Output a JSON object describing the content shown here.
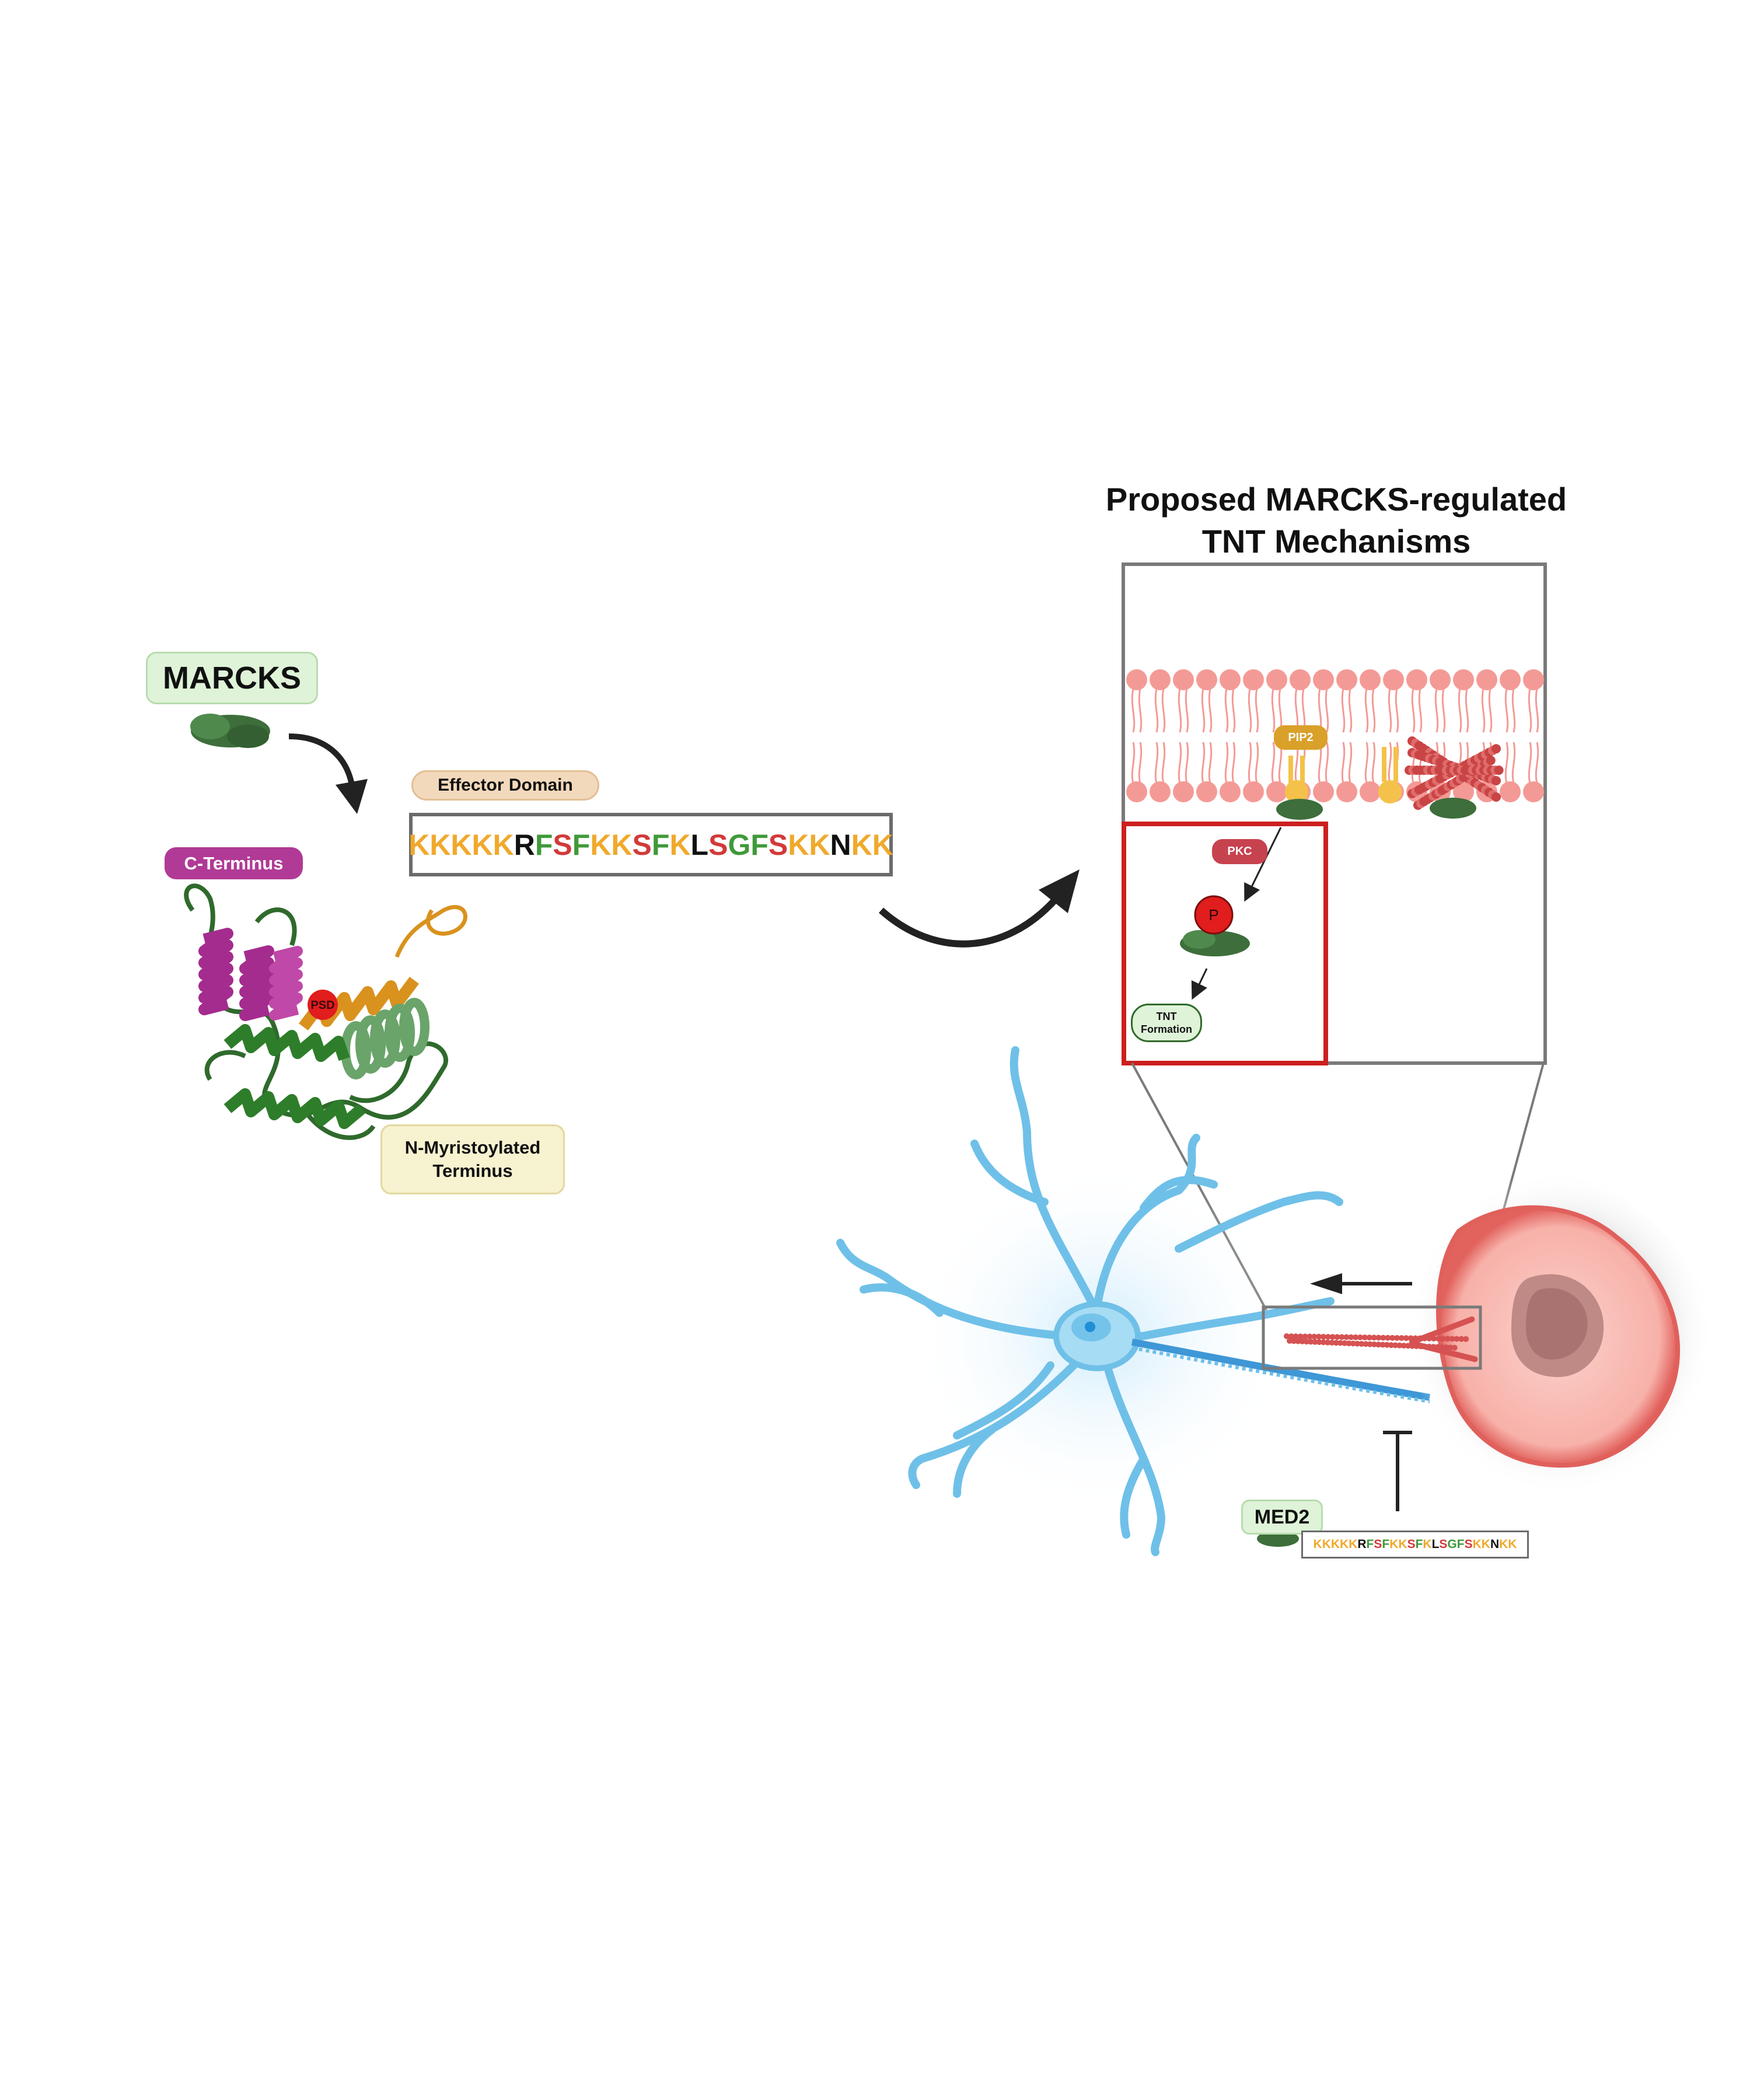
{
  "title": {
    "line1": "Proposed MARCKS-regulated",
    "line2": "TNT Mechanisms"
  },
  "labels": {
    "marcks": "MARCKS",
    "effector_domain": "Effector Domain",
    "c_terminus": "C-Terminus",
    "psd": "PSD",
    "n_myristoylated_line1": "N-Myristoylated",
    "n_myristoylated_line2": "Terminus",
    "pip2": "PIP2",
    "pkc": "PKC",
    "phospho": "P",
    "tnt_formation_line1": "TNT",
    "tnt_formation_line2": "Formation",
    "med2": "MED2"
  },
  "effector_sequence": {
    "letters": [
      "K",
      "K",
      "K",
      "K",
      "K",
      "R",
      "F",
      "S",
      "F",
      "K",
      "K",
      "S",
      "F",
      "K",
      "L",
      "S",
      "G",
      "F",
      "S",
      "K",
      "K",
      "N",
      "K",
      "K"
    ],
    "colors": [
      "#f0a92c",
      "#f0a92c",
      "#f0a92c",
      "#f0a92c",
      "#f0a92c",
      "#111111",
      "#3f9a3a",
      "#d23a3a",
      "#3f9a3a",
      "#f0a92c",
      "#f0a92c",
      "#d23a3a",
      "#3f9a3a",
      "#f0a92c",
      "#111111",
      "#d23a3a",
      "#3f9a3a",
      "#3f9a3a",
      "#d23a3a",
      "#f0a92c",
      "#f0a92c",
      "#111111",
      "#f0a92c",
      "#f0a92c"
    ]
  },
  "colors": {
    "marcks_box": "#dff3d8",
    "effector_box": "#f3d9bb",
    "c_terminus_box": "#b03a96",
    "n_term_box": "#f7f2cf",
    "pip2_box": "#d9a02a",
    "pkc_box": "#c7424f",
    "tnt_box": "#dff3d8",
    "membrane": "#f49a96",
    "protein_green": "#3d6e3b",
    "neuron": "#8fd0ee",
    "tumor": "#f08a84",
    "detail_border": "#cc1f1f"
  }
}
